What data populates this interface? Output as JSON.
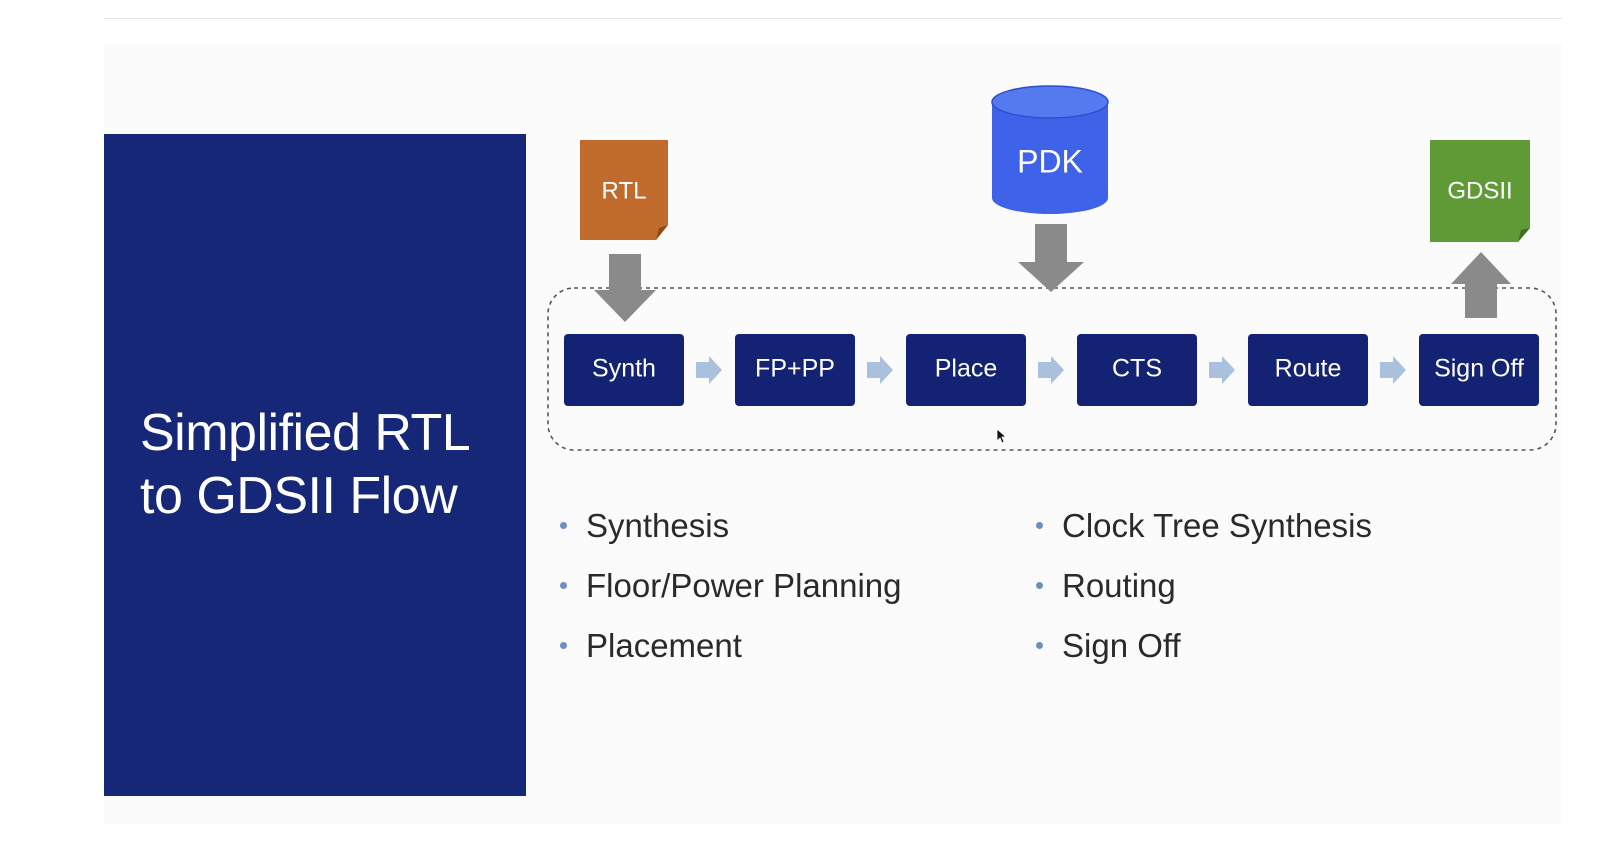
{
  "title": "Simplified RTL\nto GDSII Flow",
  "inputs": {
    "rtl": {
      "label": "RTL",
      "color": "#c06a2b"
    },
    "pdk": {
      "label": "PDK",
      "color": "#3f63e8"
    },
    "gdsii": {
      "label": "GDSII",
      "color": "#5f9a36"
    }
  },
  "stages": [
    {
      "label": "Synth"
    },
    {
      "label": "FP+PP"
    },
    {
      "label": "Place"
    },
    {
      "label": "CTS"
    },
    {
      "label": "Route"
    },
    {
      "label": "Sign Off"
    }
  ],
  "bullets_left": [
    "Synthesis",
    "Floor/Power Planning",
    "Placement"
  ],
  "bullets_right": [
    "Clock Tree Synthesis",
    "Routing",
    "Sign Off"
  ],
  "colors": {
    "panel": "#172778",
    "stage_box": "#132272",
    "flow_arrow": "#a9c1dc",
    "big_arrow": "#8a8a8a"
  }
}
